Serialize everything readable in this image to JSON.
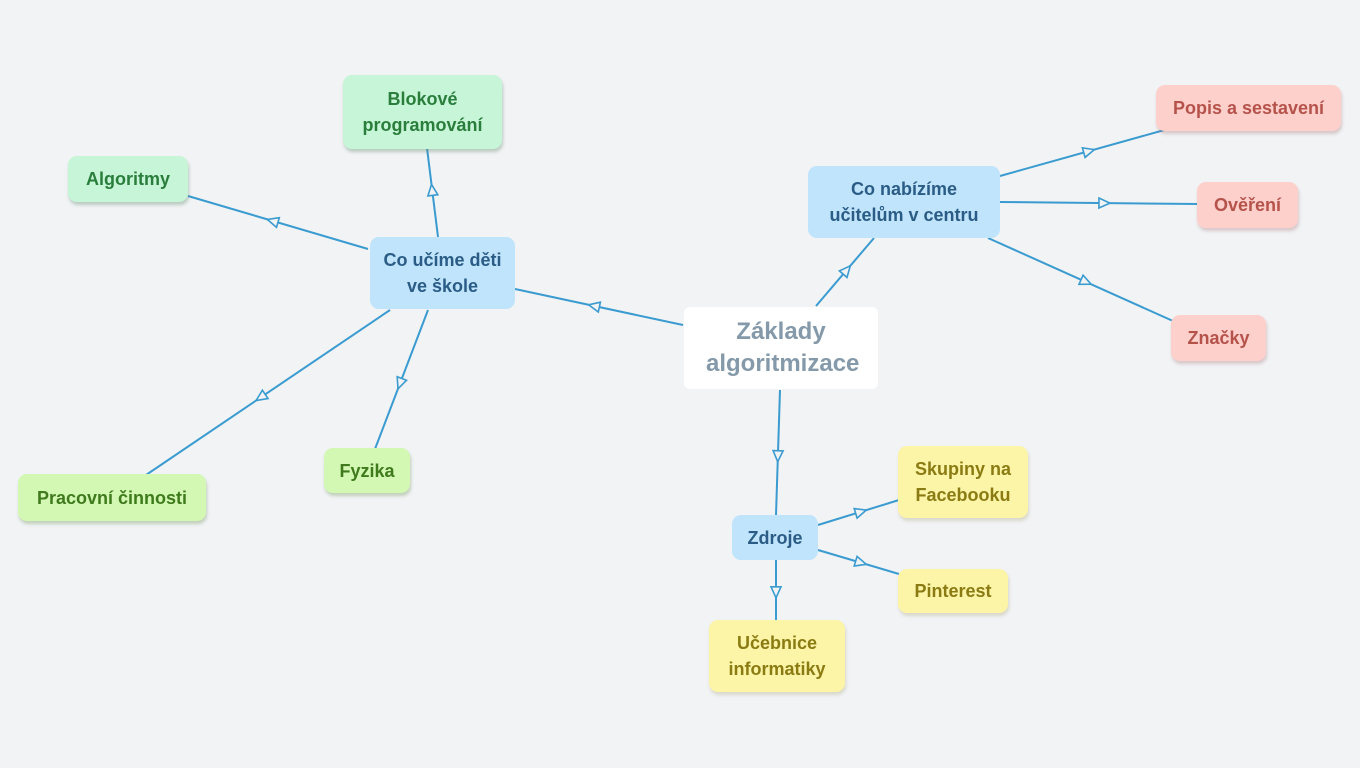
{
  "root": {
    "label": "Základy algoritmizace"
  },
  "branches": {
    "school": {
      "label": "Co učíme děti ve škole",
      "children": {
        "block_programming": "Blokové programování",
        "algorithms": "Algoritmy",
        "physics": "Fyzika",
        "practical_work": "Pracovní činnosti"
      }
    },
    "teachers": {
      "label": "Co nabízíme učitelům v centru",
      "children": {
        "description": "Popis a sestavení",
        "verification": "Ověření",
        "badges": "Značky"
      }
    },
    "resources": {
      "label": "Zdroje",
      "children": {
        "facebook": "Skupiny na Facebooku",
        "pinterest": "Pinterest",
        "textbooks": "Učebnice informatiky"
      }
    }
  },
  "colors": {
    "edge": "#3a9bd0",
    "root_bg": "#ffffff",
    "blue_bg": "#bfe4fb",
    "green_bg": "#c7f5d7",
    "lime_bg": "#d2f8b3",
    "red_bg": "#fdd0cc",
    "yellow_bg": "#fcf4a6"
  }
}
